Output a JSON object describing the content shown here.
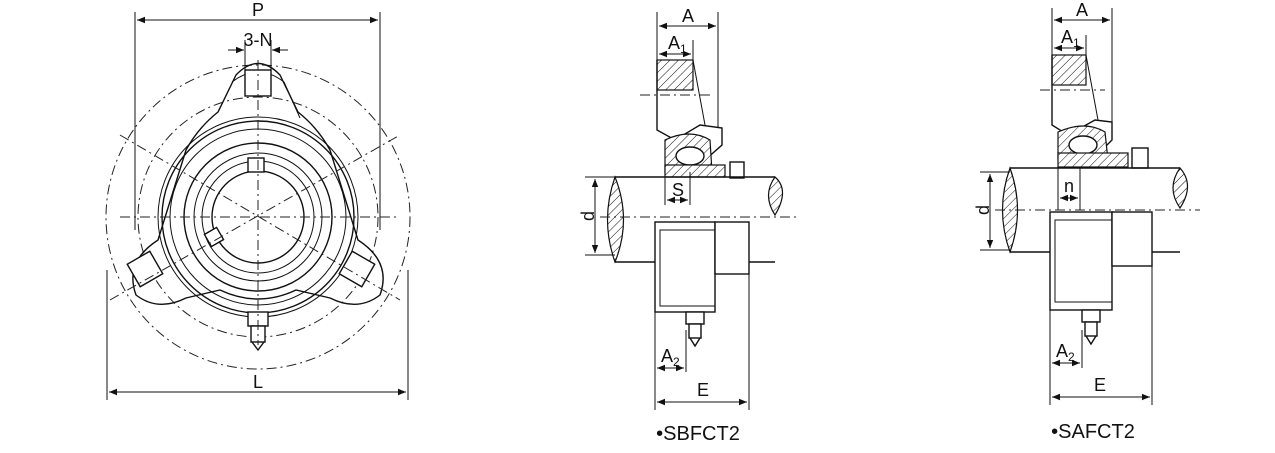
{
  "front_view": {
    "label_P": "P",
    "label_3N": "3-N",
    "label_L": "L"
  },
  "sbfct2": {
    "label_A": "A",
    "label_A1": "A",
    "label_A1_sub": "1",
    "label_S": "S",
    "label_d": "d",
    "label_A2": "A",
    "label_A2_sub": "2",
    "label_E": "E",
    "caption": "•SBFCT2"
  },
  "safct2": {
    "label_A": "A",
    "label_A1": "A",
    "label_A1_sub": "1",
    "label_n": "n",
    "label_d": "d",
    "label_A2": "A",
    "label_A2_sub": "2",
    "label_E": "E",
    "caption": "•SAFCT2"
  }
}
